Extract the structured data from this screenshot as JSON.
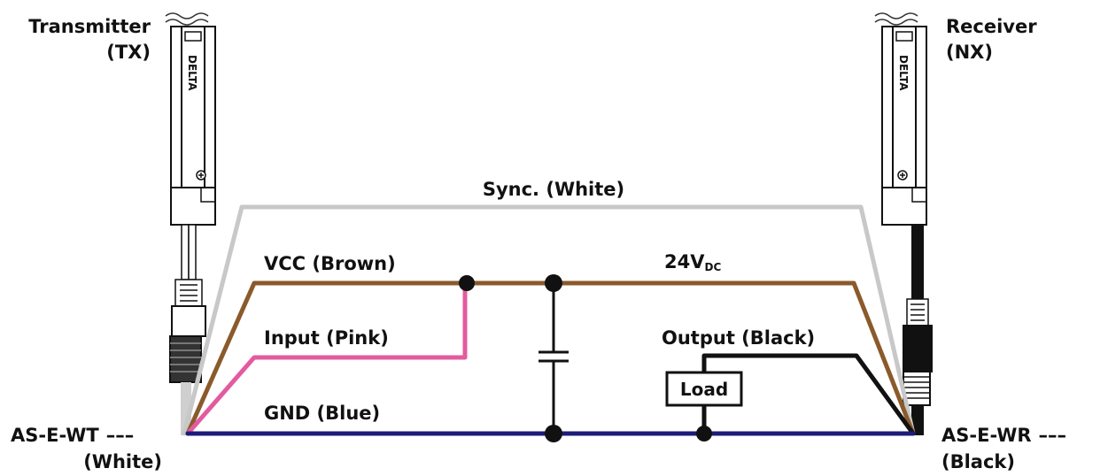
{
  "devices": {
    "transmitter": {
      "name": "Transmitter",
      "code": "(TX)",
      "brand": "DELTA",
      "cable_model": "AS-E-WT",
      "cable_color": "(White)"
    },
    "receiver": {
      "name": "Receiver",
      "code": "(NX)",
      "brand": "DELTA",
      "cable_model": "AS-E-WR",
      "cable_color": "(Black)"
    }
  },
  "wires": {
    "sync": {
      "label": "Sync. (White)",
      "color": "#c8c8c8"
    },
    "vcc": {
      "label": "VCC (Brown)",
      "color": "#8b5a2b"
    },
    "input": {
      "label": "Input (Pink)",
      "color": "#e35b9f"
    },
    "gnd": {
      "label": "GND (Blue)",
      "color": "#1c1c7a"
    },
    "output": {
      "label": "Output (Black)",
      "color": "#111111"
    }
  },
  "supply": {
    "voltage": "24V",
    "voltage_sub": "DC"
  },
  "load": {
    "label": "Load"
  },
  "cable_dash": "–––"
}
